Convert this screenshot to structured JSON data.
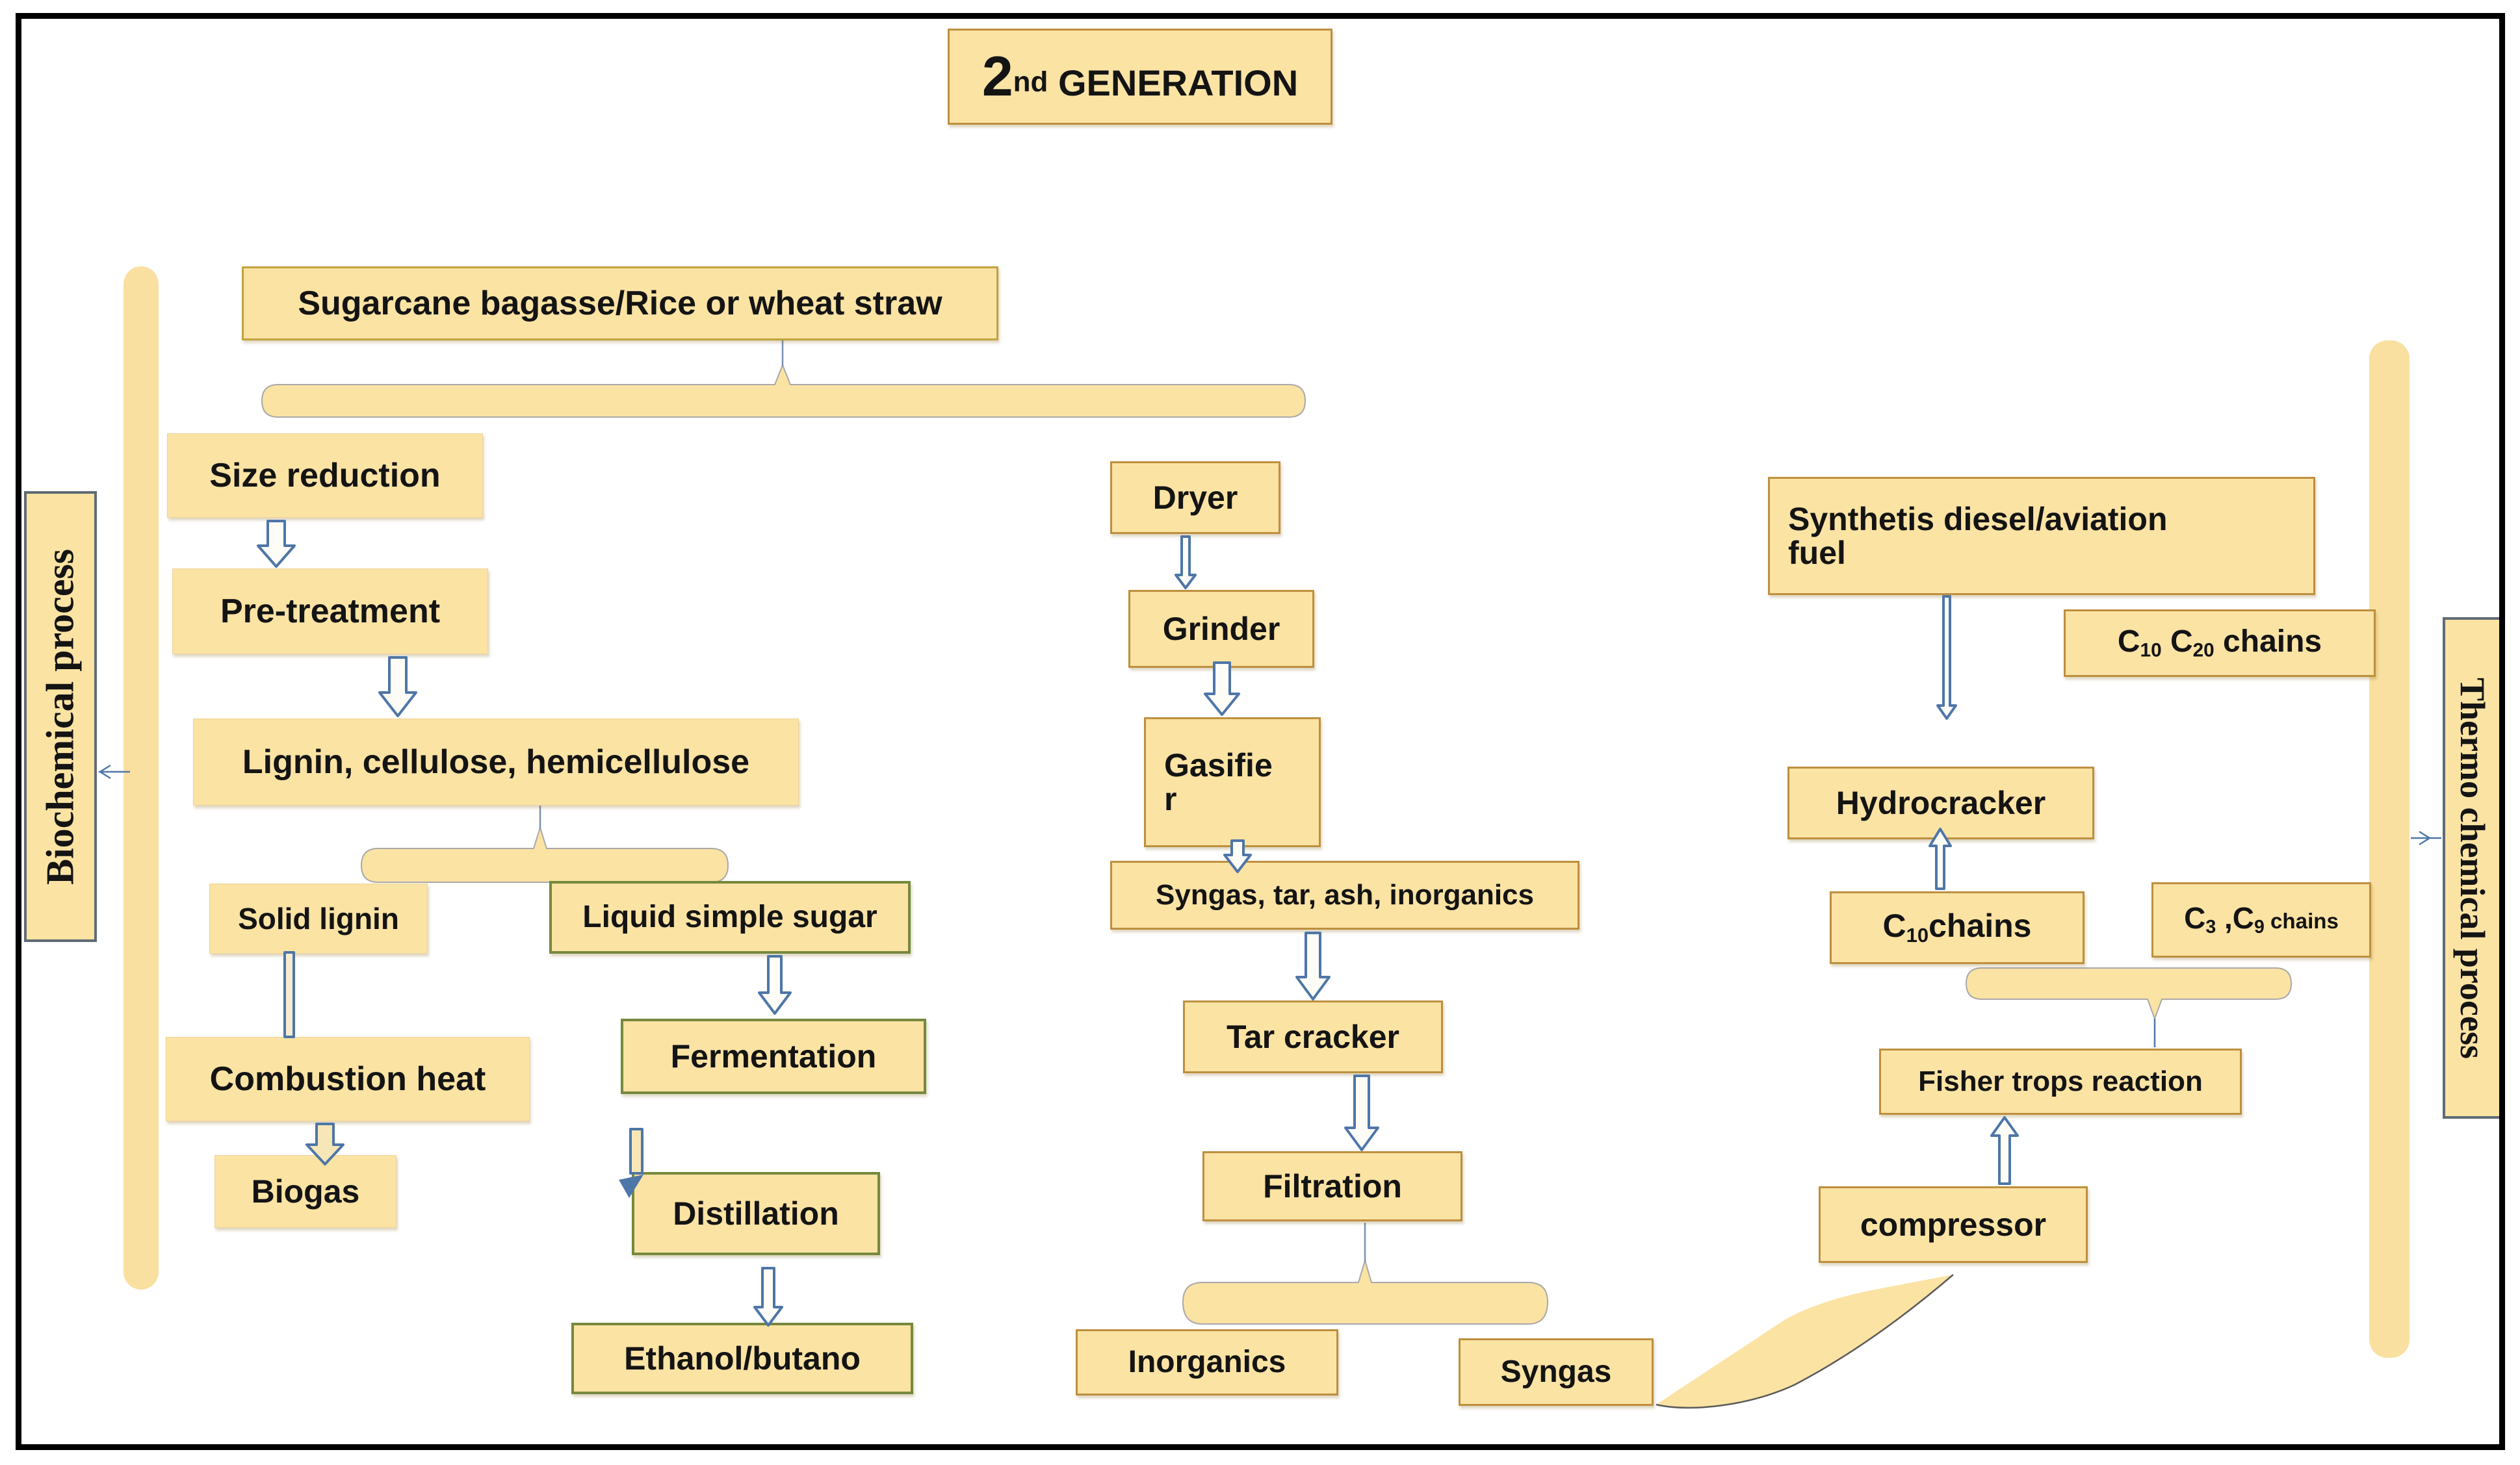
{
  "title": {
    "num": "2",
    "sup": "nd",
    "rest": " GENERATION"
  },
  "rails": {
    "left": {
      "label": "Biochemical process"
    },
    "right": {
      "label": "Thermo chemical process"
    }
  },
  "nodes": {
    "sugarcane": {
      "label": "Sugarcane bagasse/Rice or wheat straw"
    },
    "size_reduction": {
      "label": "Size reduction"
    },
    "pre_treatment": {
      "label": "Pre-treatment"
    },
    "lignin": {
      "label": "Lignin, cellulose, hemicellulose"
    },
    "solid_lignin": {
      "label": "Solid lignin"
    },
    "liquid_sugar": {
      "label": "Liquid simple sugar"
    },
    "combustion": {
      "label": "Combustion heat"
    },
    "biogas": {
      "label": "Biogas"
    },
    "fermentation": {
      "label": "Fermentation"
    },
    "distillation": {
      "label": "Distillation"
    },
    "ethanol": {
      "label": "Ethanol/butano"
    },
    "dryer": {
      "label": "Dryer"
    },
    "grinder": {
      "label": "Grinder"
    },
    "gasifier": {
      "line1": "Gasifie",
      "line2": "r"
    },
    "syngas_mix": {
      "label": "Syngas, tar, ash, inorganics"
    },
    "tar_cracker": {
      "label": "Tar cracker"
    },
    "filtration": {
      "label": "Filtration"
    },
    "inorganics": {
      "label": "Inorganics"
    },
    "syngas": {
      "label": "Syngas"
    },
    "synthetic": {
      "line1": "Synthetis diesel/aviation",
      "line2": "fuel"
    },
    "c10c20": {
      "c1": "C",
      "s1": "10",
      "c2": " C",
      "s2": "20",
      "rest": " chains"
    },
    "hydrocracker": {
      "label": "Hydrocracker"
    },
    "c10chains": {
      "c1": "C",
      "s1": "10",
      "rest": "chains"
    },
    "c3c9": {
      "c1": "C",
      "s1": "3",
      "mid": " ,C",
      "s2": "9",
      "rest": " chains"
    },
    "fisher": {
      "label": "Fisher trops reaction"
    },
    "compressor": {
      "label": "compressor"
    }
  },
  "colors": {
    "box_fill": "#FBE3A4",
    "rail_fill": "#F9E0A0",
    "border_tan": "#BE8F3E",
    "border_olive": "#C2A23E",
    "border_green": "#76893D",
    "border_gray": "#5F6B76",
    "arrow_blue": "#4E76A7",
    "frame_black": "#000000"
  }
}
